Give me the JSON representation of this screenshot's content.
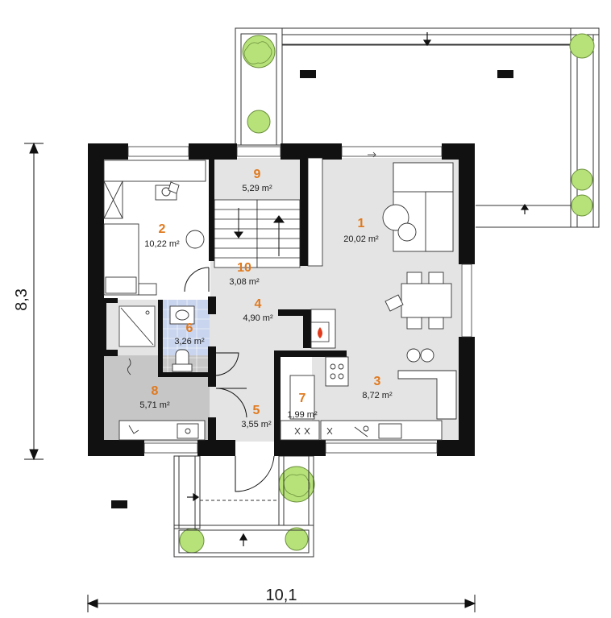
{
  "dimensions": {
    "width_label": "10,1",
    "height_label": "8,3"
  },
  "rooms": [
    {
      "id": "room-1",
      "number": "1",
      "area": "20,02 m²"
    },
    {
      "id": "room-2",
      "number": "2",
      "area": "10,22 m²"
    },
    {
      "id": "room-3",
      "number": "3",
      "area": "8,72 m²"
    },
    {
      "id": "room-4",
      "number": "4",
      "area": "4,90 m²"
    },
    {
      "id": "room-5",
      "number": "5",
      "area": "3,55 m²"
    },
    {
      "id": "room-6",
      "number": "6",
      "area": "3,26 m²"
    },
    {
      "id": "room-7",
      "number": "7",
      "area": "1,99 m²"
    },
    {
      "id": "room-8",
      "number": "8",
      "area": "5,71 m²"
    },
    {
      "id": "room-9",
      "number": "9",
      "area": "5,29 m²"
    },
    {
      "id": "room-10",
      "number": "10",
      "area": "3,08 m²"
    }
  ],
  "colors": {
    "wall": "#111111",
    "floor": "#e4e4e4",
    "bathroom_tile": "#c9d5ee",
    "laundry_floor": "#c6c6c6",
    "room_number": "#e07a1f",
    "tree": "#b7e27a"
  }
}
